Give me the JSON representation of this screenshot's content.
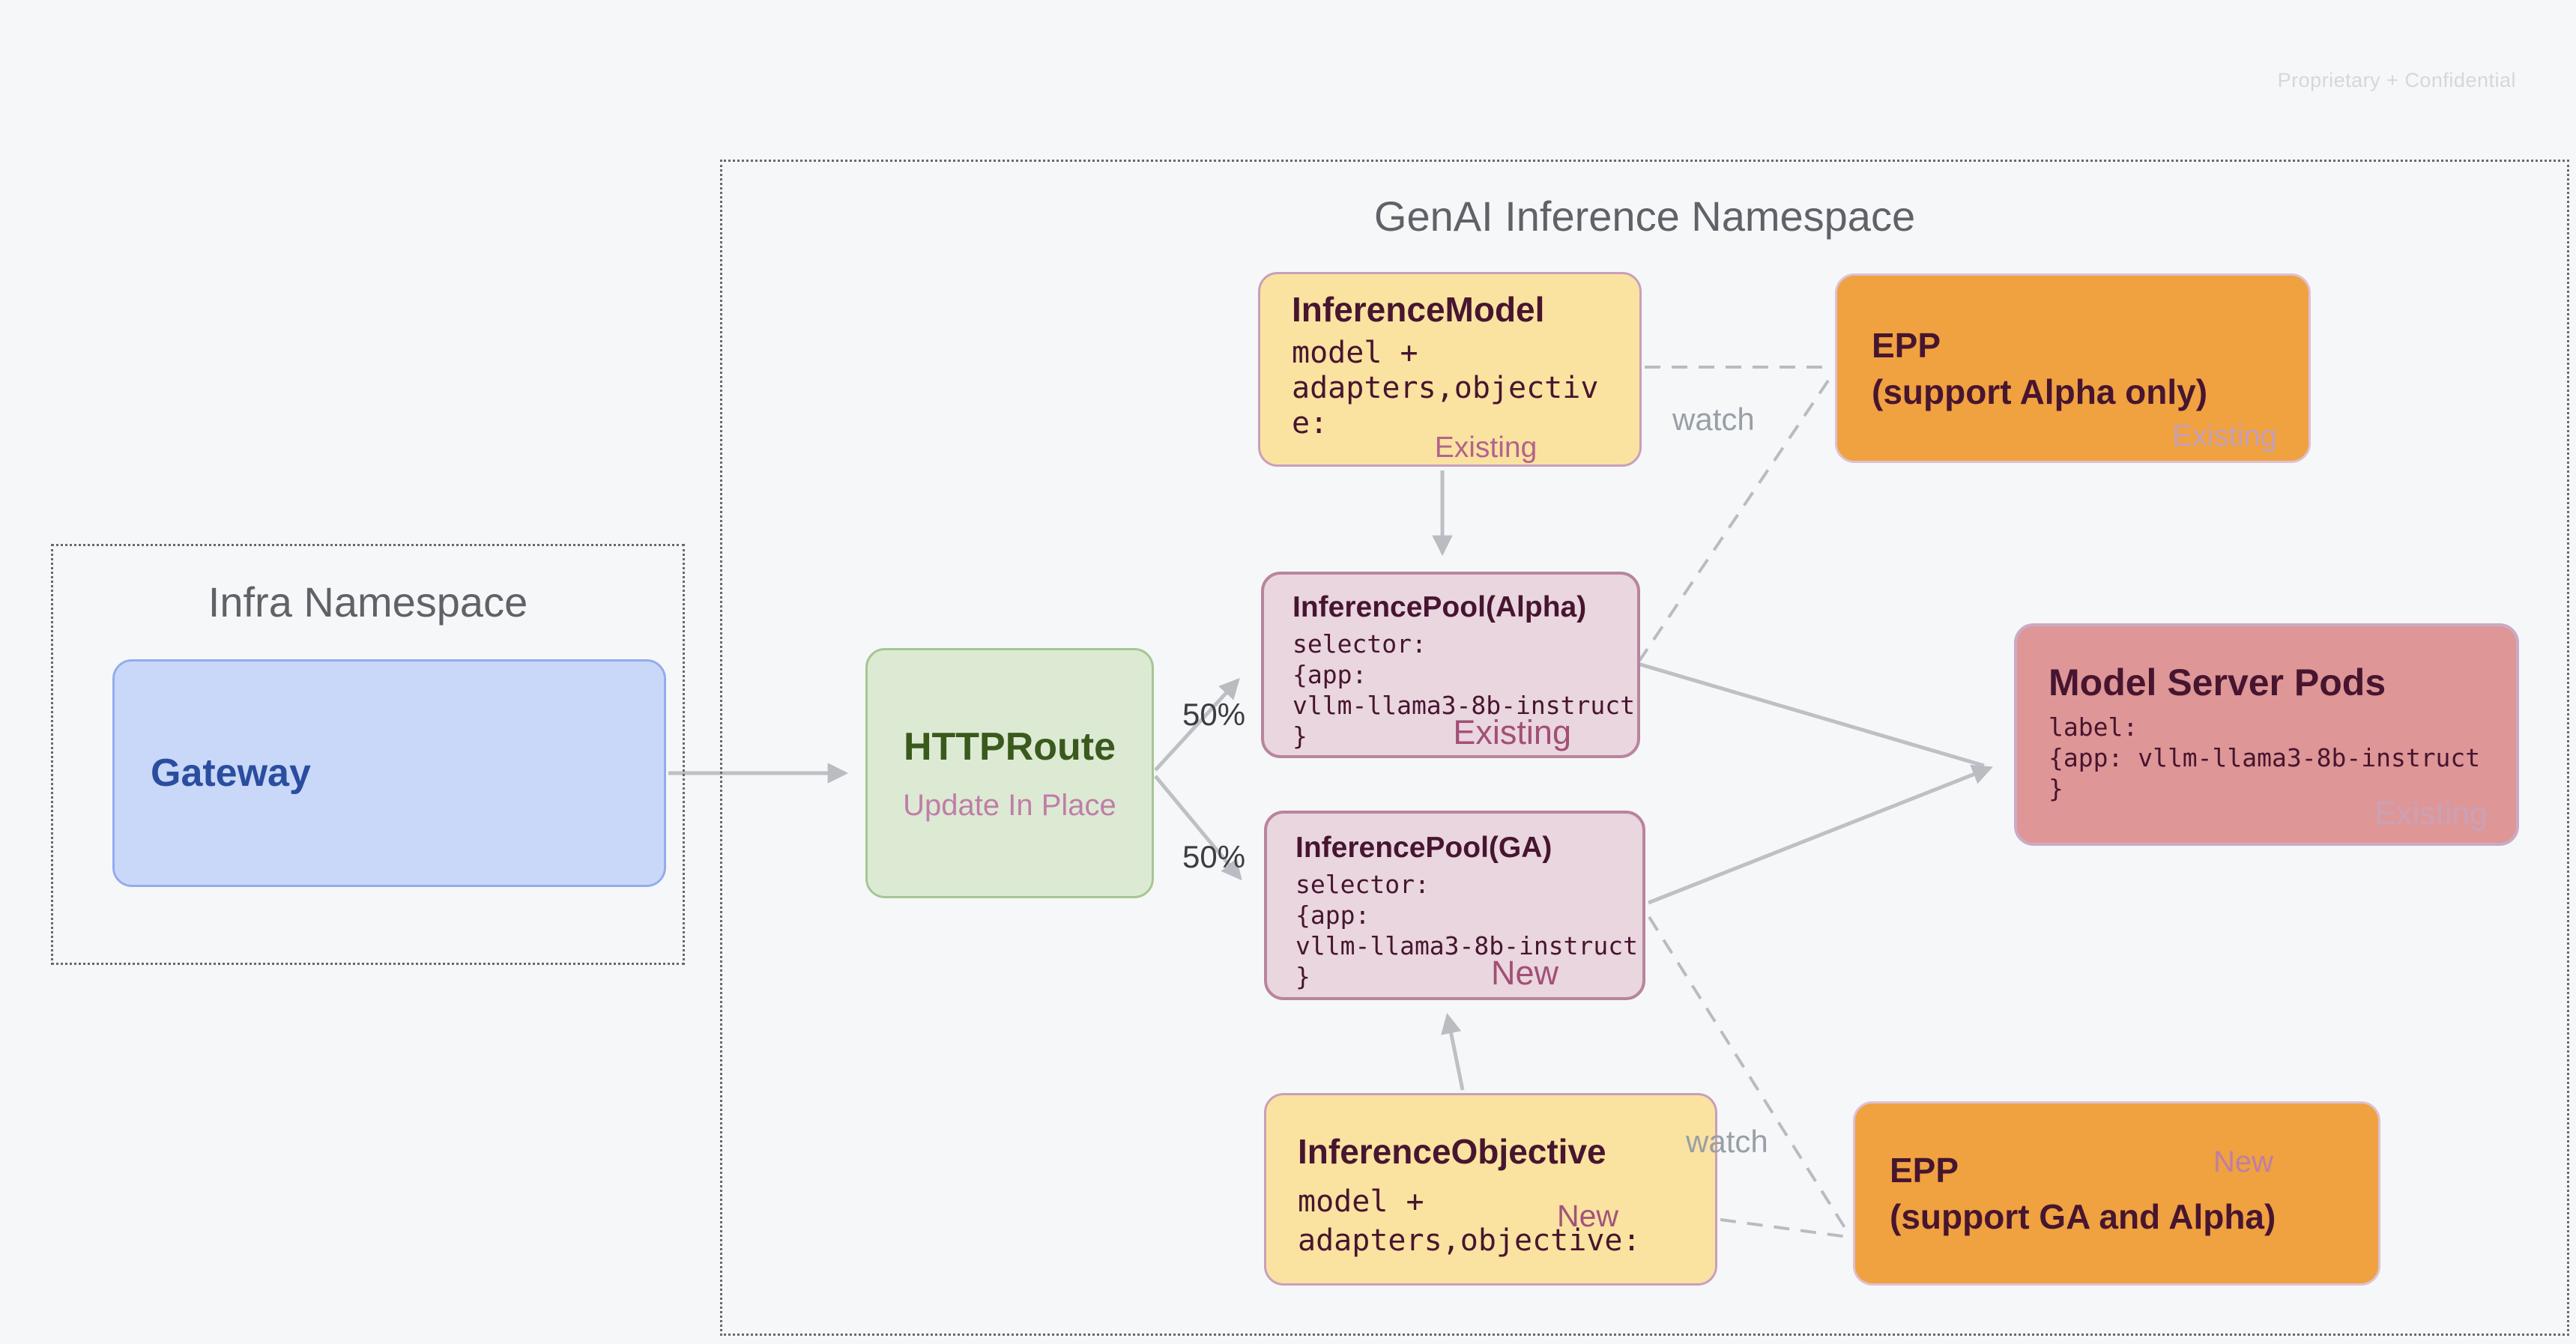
{
  "page": {
    "watermark": "Proprietary + Confidential"
  },
  "namespaces": {
    "infra": {
      "title": "Infra Namespace"
    },
    "genai": {
      "title": "GenAI Inference Namespace"
    }
  },
  "nodes": {
    "gateway": {
      "title": "Gateway"
    },
    "httproute": {
      "title": "HTTPRoute",
      "subtitle": "Update In Place"
    },
    "inference_model": {
      "title": "InferenceModel",
      "code": "model +\nadapters,objectiv\ne:",
      "status": "Existing"
    },
    "epp_alpha": {
      "title": "EPP\n(support Alpha only)",
      "status": "Existing"
    },
    "pool_alpha": {
      "title": "InferencePool(Alpha)",
      "code": "selector:\n{app:\nvllm-llama3-8b-instruct\n}",
      "status": "Existing"
    },
    "pool_ga": {
      "title": "InferencePool(GA)",
      "code": "selector:\n{app:\nvllm-llama3-8b-instruct\n}",
      "status": "New"
    },
    "model_server_pods": {
      "title": "Model Server Pods",
      "code": "label:\n{app: vllm-llama3-8b-instruct\n}",
      "status": "Existing"
    },
    "inference_objective": {
      "title": "InferenceObjective",
      "code": "model +\nadapters,objective:",
      "status": "New"
    },
    "epp_ga": {
      "title": "EPP\n(support GA and Alpha)",
      "status": "New"
    }
  },
  "edge_labels": {
    "split_top": "50%",
    "split_bottom": "50%",
    "watch_top": "watch",
    "watch_bottom": "watch"
  },
  "colors": {
    "background": "#f6f7f9",
    "namespace_border": "#66696d",
    "namespace_title": "#5f6368",
    "gateway_fill": "#c9d8f8",
    "gateway_border": "#93acec",
    "gateway_text": "#2a4da0",
    "httproute_fill": "#dcead3",
    "httproute_border": "#a6c693",
    "httproute_text": "#3a5a1d",
    "update_in_place_text": "#c07da8",
    "crd_yellow_fill": "#fae2a0",
    "crd_yellow_border": "#c99fba",
    "epp_orange_fill": "#f0a140",
    "epp_orange_border": "#ddc1d2",
    "pool_fill": "#e9d6df",
    "pool_border": "#b9849e",
    "pods_fill": "#de9697",
    "pods_border": "#c9abc4",
    "dark_title_text": "#47152f",
    "status_strong": "#a34f75",
    "status_soft": "#c9a2b8",
    "arrow_gray": "#bdc0c4",
    "label_gray": "#999fa6",
    "label_dark": "#3a3d41",
    "watermark": "#d4d7db"
  }
}
